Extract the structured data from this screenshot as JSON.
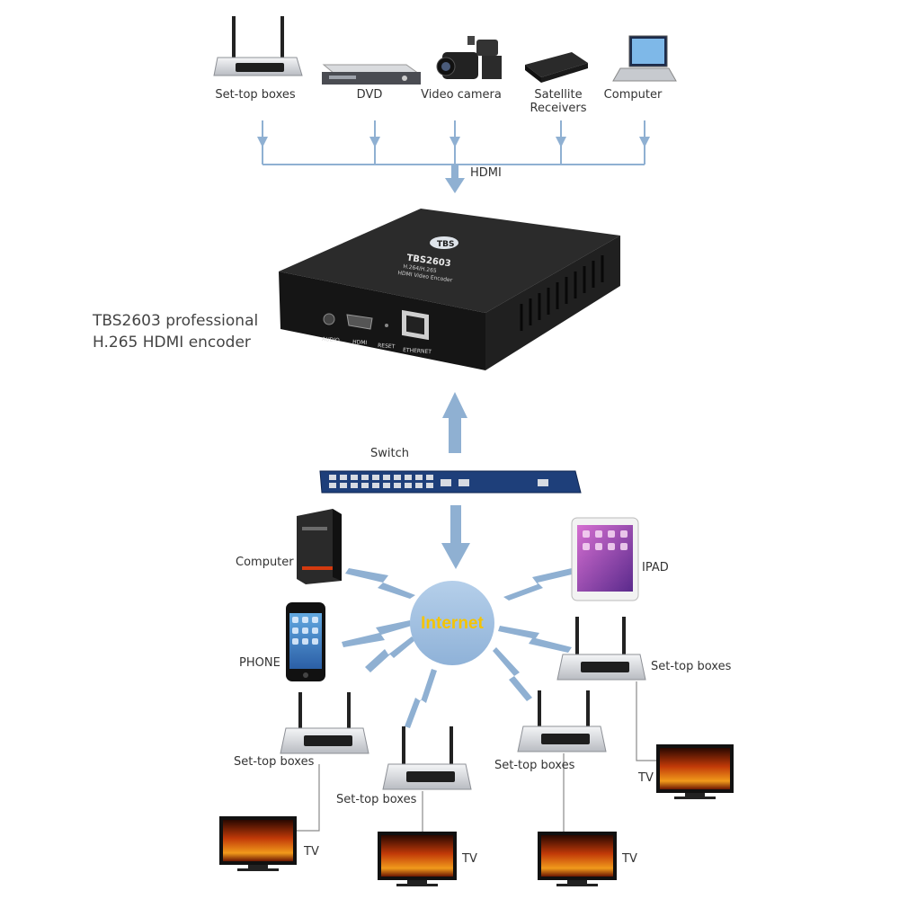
{
  "sources": [
    {
      "label": "Set-top boxes",
      "icon": "router-icon"
    },
    {
      "label": "DVD",
      "icon": "dvd-player-icon"
    },
    {
      "label": "Video camera",
      "icon": "video-camera-icon"
    },
    {
      "label": "Satellite\nReceivers",
      "icon": "satellite-receiver-icon"
    },
    {
      "label": "Computer",
      "icon": "laptop-icon"
    }
  ],
  "hdmi_label": "HDMI",
  "encoder": {
    "title_line1": "TBS2603 professional",
    "title_line2": "H.265 HDMI encoder",
    "brand": "TBS",
    "model": "TBS2603",
    "subtitle1": "H.264/H.265",
    "subtitle2": "HDMI Video Encoder",
    "ports": [
      "AUDIO",
      "HDMI",
      "RESET",
      "ETHERNET"
    ]
  },
  "switch_label": "Switch",
  "internet_label": "Internet",
  "clients": {
    "computer": "Computer",
    "ipad": "IPAD",
    "phone": "PHONE"
  },
  "set_top_boxes": [
    {
      "label": "Set-top boxes"
    },
    {
      "label": "Set-top boxes"
    },
    {
      "label": "Set-top boxes"
    },
    {
      "label": "Set-top boxes"
    }
  ],
  "tvs": [
    {
      "label": "TV"
    },
    {
      "label": "TV"
    },
    {
      "label": "TV"
    },
    {
      "label": "TV"
    }
  ],
  "colors": {
    "arrow": "#9bb7d4",
    "line": "#8fb0d2",
    "internet_blob": "#9fbfe0",
    "internet_text": "#f5c400",
    "device_dark": "#1b1b1b",
    "switch_blue": "#1e3f7a"
  }
}
